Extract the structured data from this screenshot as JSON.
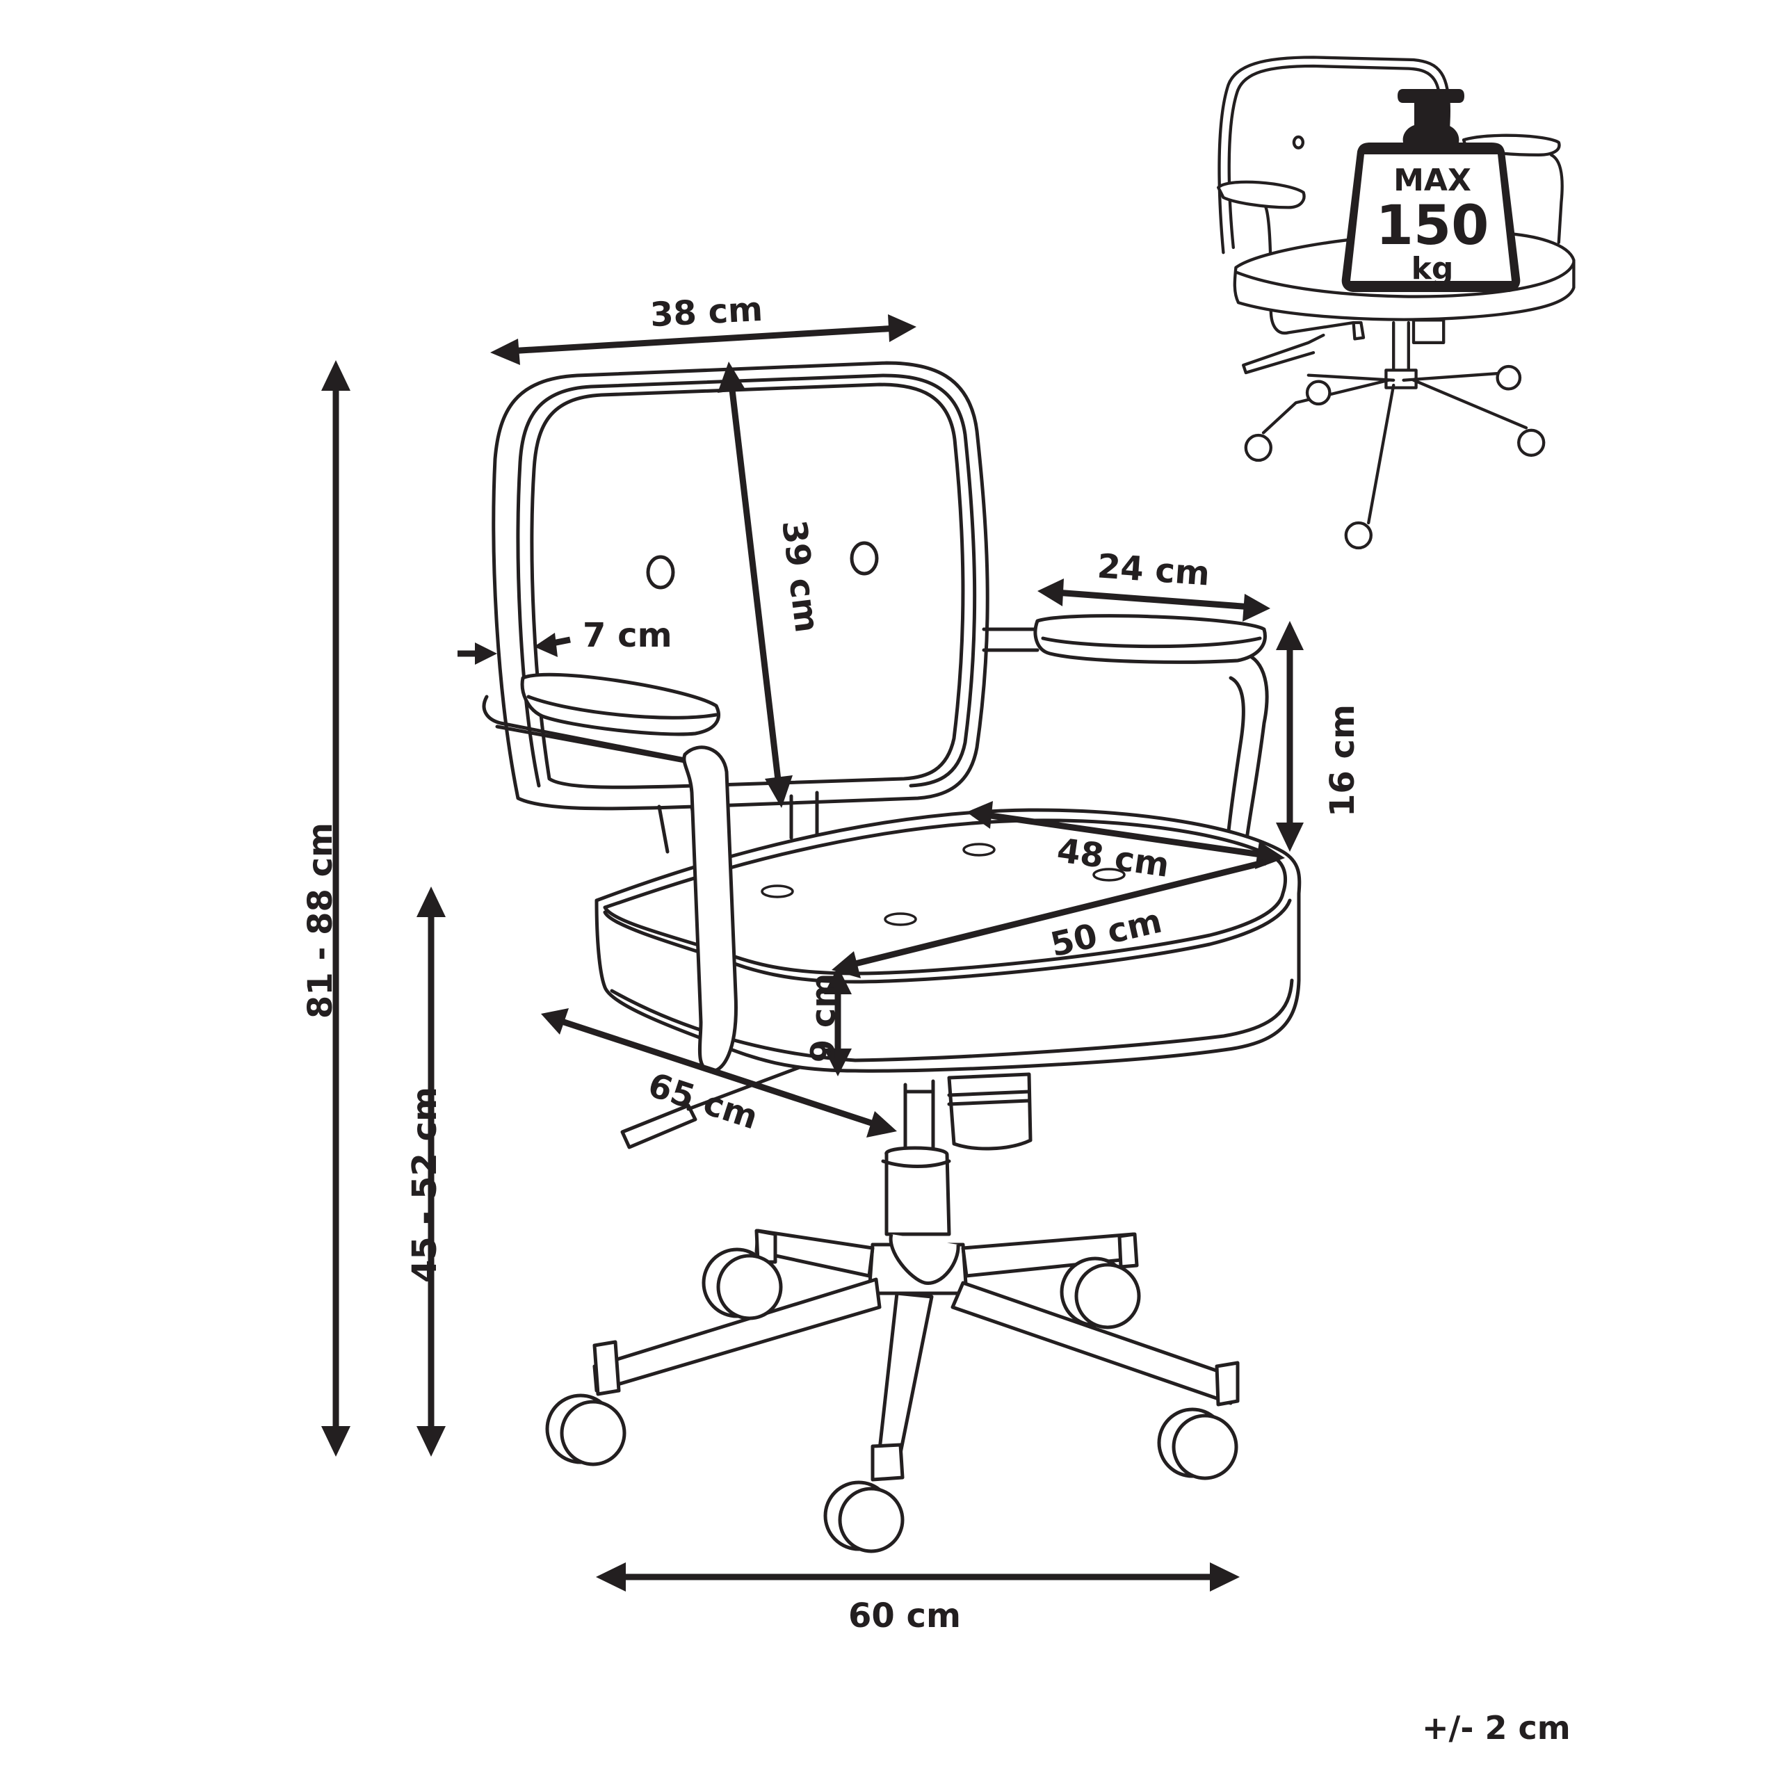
{
  "dimensions": {
    "backrest_width": "38 cm",
    "backrest_height": "39 cm",
    "frame_depth": "7 cm",
    "armrest_length": "24 cm",
    "armrest_height": "16 cm",
    "seat_width": "48 cm",
    "seat_depth": "50 cm",
    "seat_thickness": "9 cm",
    "chair_depth": "65 cm",
    "total_height": "81 - 88 cm",
    "seat_height": "45 - 52 cm",
    "base_width": "60 cm"
  },
  "weight_badge": {
    "line1": "MAX",
    "line2": "150",
    "line3": "kg"
  },
  "tolerance": "+/- 2 cm",
  "colors": {
    "ink": "#231f20",
    "background": "#ffffff"
  }
}
